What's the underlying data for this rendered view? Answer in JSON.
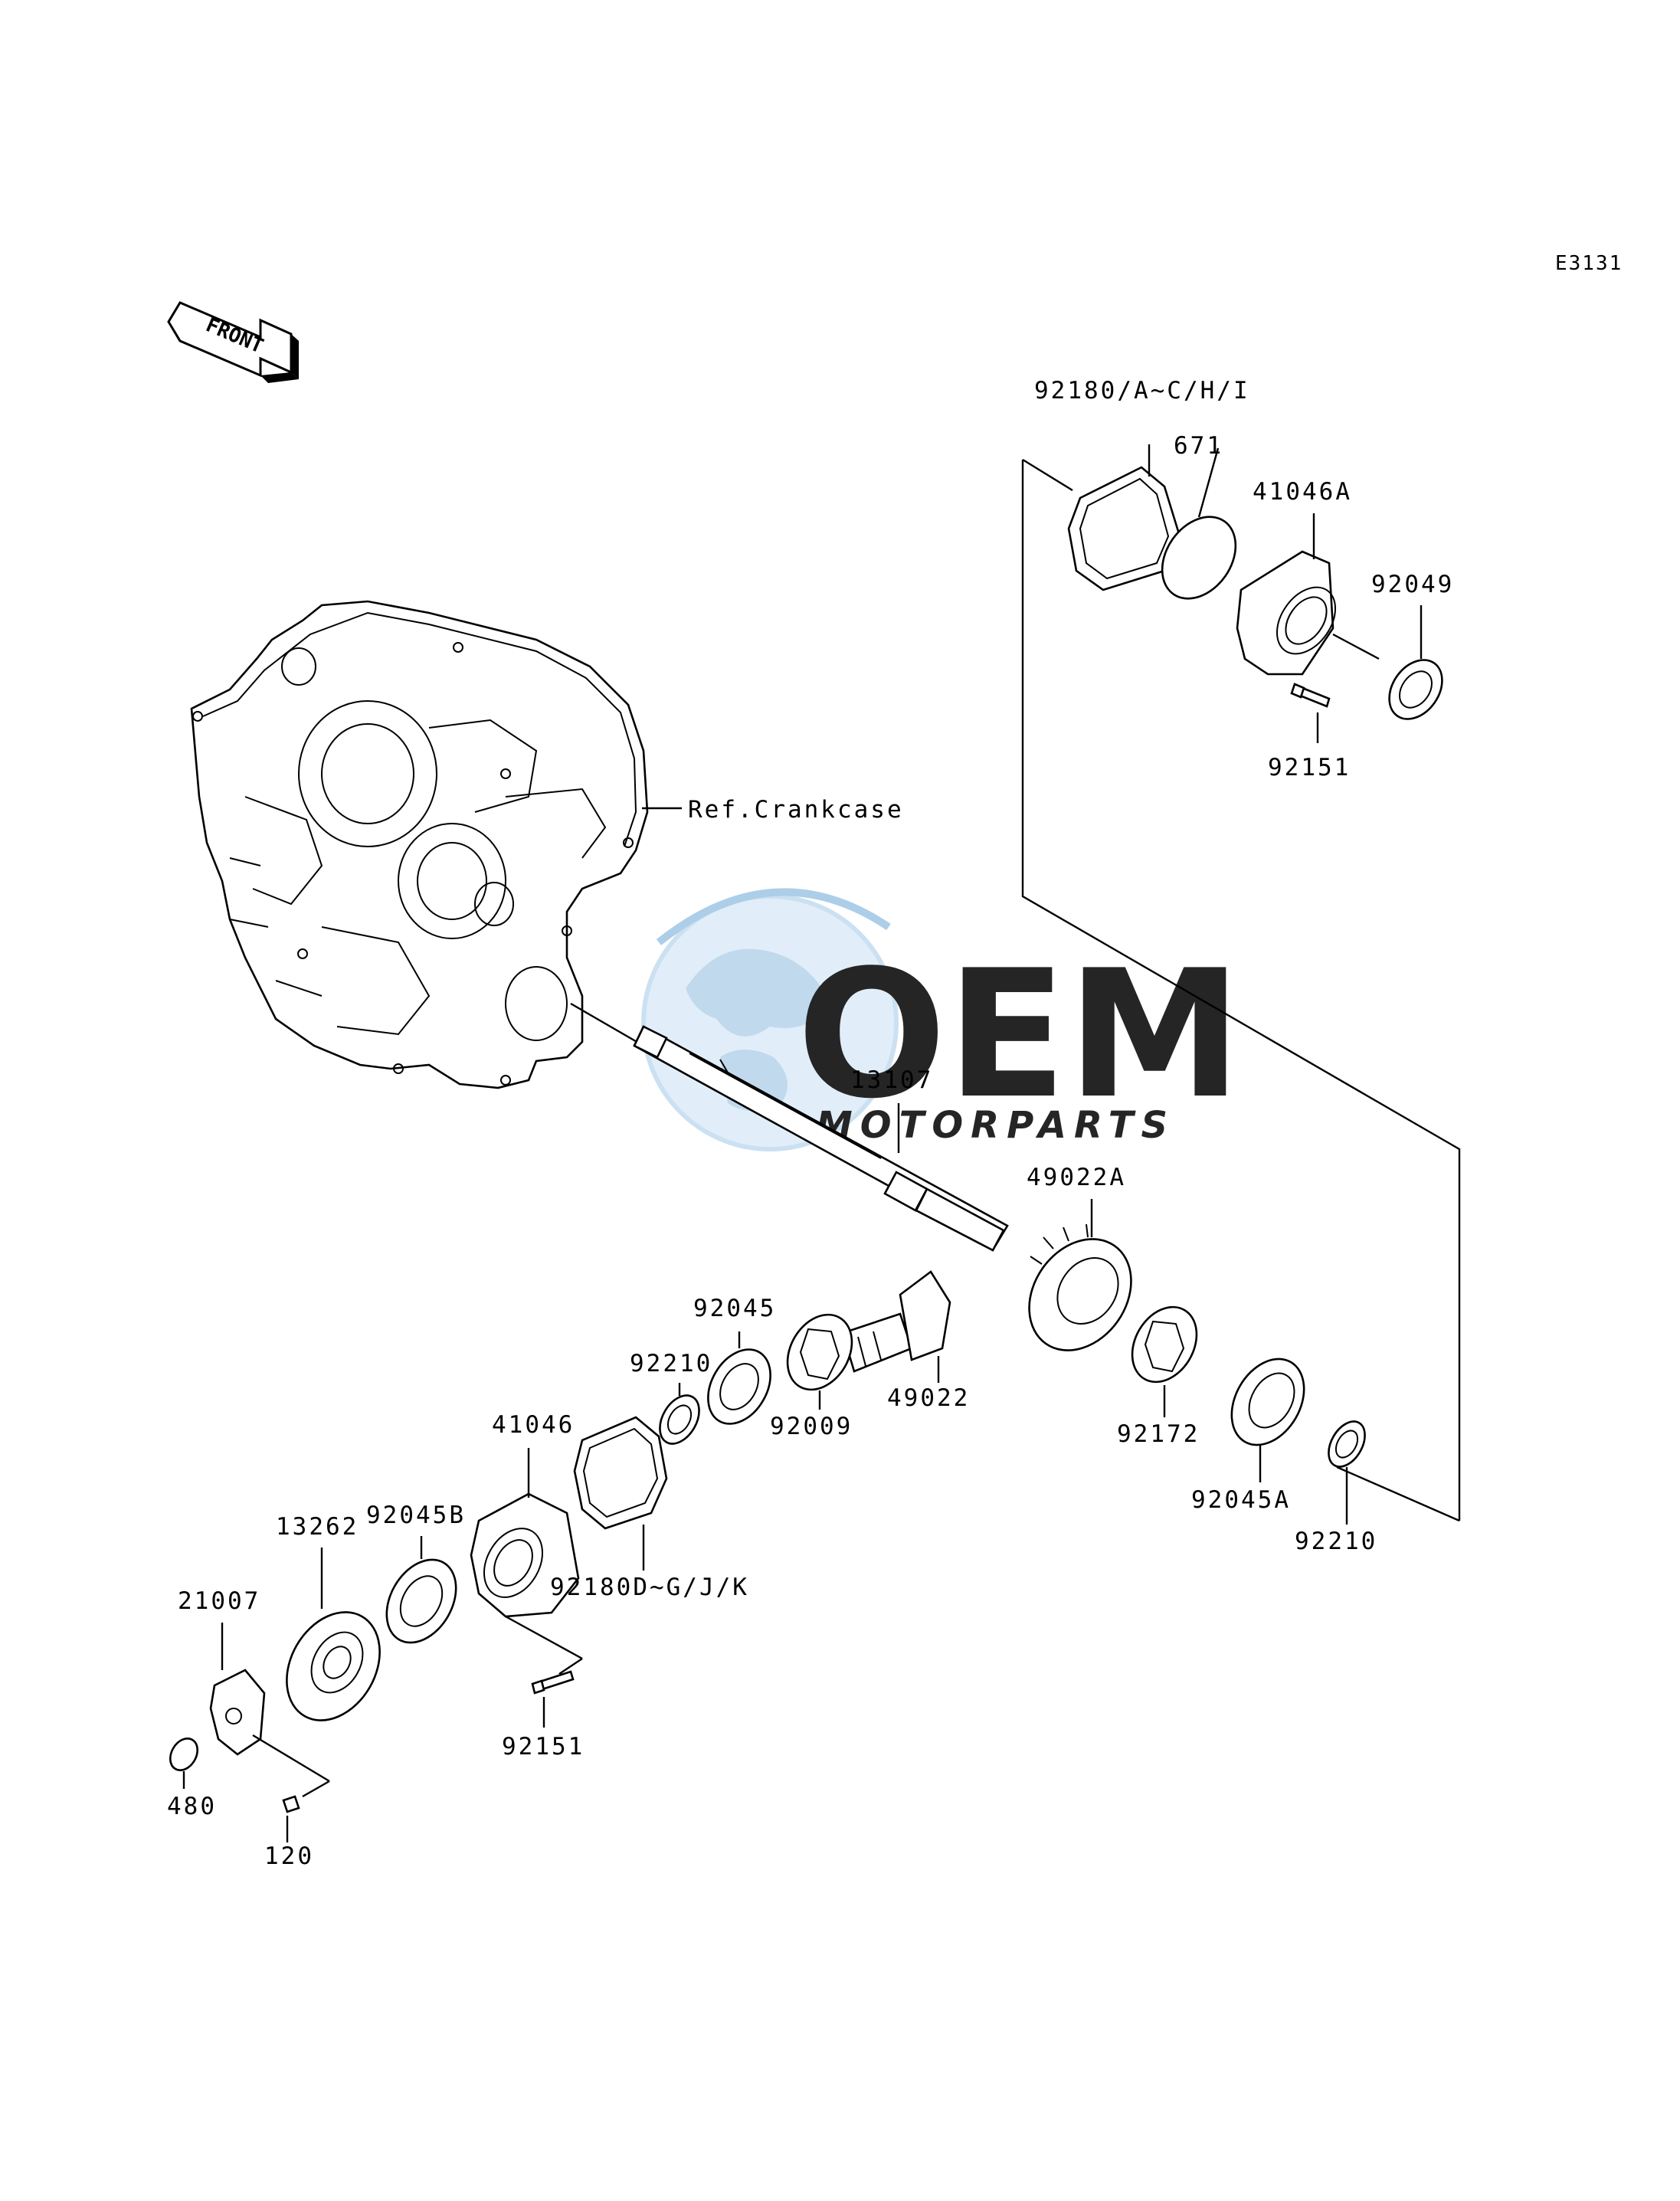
{
  "diagram": {
    "code": "E3131",
    "front_label": "FRONT",
    "reference_label": "Ref.Crankcase"
  },
  "watermark": {
    "brand": "OEM",
    "subtitle": "MOTORPARTS",
    "colors": {
      "globe": "#cfe6f5",
      "letters": "#d8d8d8"
    }
  },
  "parts": [
    {
      "id": "p01",
      "label": "92180/A~C/H/I"
    },
    {
      "id": "p02",
      "label": "671"
    },
    {
      "id": "p03",
      "label": "41046A"
    },
    {
      "id": "p04",
      "label": "92049"
    },
    {
      "id": "p05",
      "label": "92151"
    },
    {
      "id": "p06",
      "label": "13107"
    },
    {
      "id": "p07",
      "label": "49022A"
    },
    {
      "id": "p08",
      "label": "92045"
    },
    {
      "id": "p09",
      "label": "92210"
    },
    {
      "id": "p10",
      "label": "49022"
    },
    {
      "id": "p11",
      "label": "92009"
    },
    {
      "id": "p12",
      "label": "92172"
    },
    {
      "id": "p13",
      "label": "92045A"
    },
    {
      "id": "p14",
      "label": "92210"
    },
    {
      "id": "p15",
      "label": "41046"
    },
    {
      "id": "p16",
      "label": "92045B"
    },
    {
      "id": "p17",
      "label": "13262"
    },
    {
      "id": "p18",
      "label": "92180D~G/J/K"
    },
    {
      "id": "p19",
      "label": "21007"
    },
    {
      "id": "p20",
      "label": "92151"
    },
    {
      "id": "p21",
      "label": "480"
    },
    {
      "id": "p22",
      "label": "120"
    }
  ]
}
